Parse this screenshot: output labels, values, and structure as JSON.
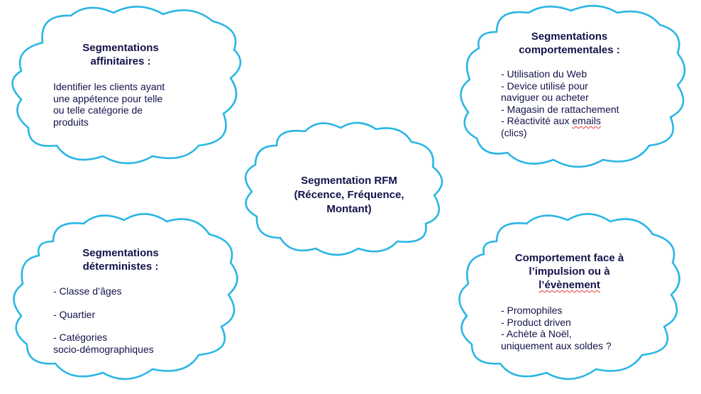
{
  "accent_color": "#29b6e5",
  "text_color": "#12124a",
  "clouds": {
    "affinitaires": {
      "title": [
        "Segmentations",
        "affinitaires :"
      ],
      "body": [
        "Identifier les clients ayant",
        "une appétence pour telle",
        "ou telle catégorie de",
        "produits"
      ]
    },
    "comportementales": {
      "title": [
        "Segmentations",
        "comportementales :"
      ],
      "body": [
        "- Utilisation du Web",
        "- Device utilisé pour",
        "naviguer ou acheter",
        "- Magasin de rattachement",
        "- Réactivité aux ",
        "emails",
        "(clics)"
      ]
    },
    "rfm": {
      "title": [
        "Segmentation RFM",
        "(Récence, Fréquence,",
        "Montant)"
      ]
    },
    "deterministes": {
      "title": [
        "Segmentations",
        "déterministes :"
      ],
      "body": [
        "- Classe d’âges",
        "- Quartier",
        "- Catégories",
        "socio-démographiques"
      ]
    },
    "impulsion": {
      "title": [
        "Comportement face à",
        "l’impulsion ou à",
        "l’évènement"
      ],
      "body": [
        "- Promophiles",
        "- Product driven",
        "- Achète à Noël,",
        "uniquement aux soldes ?"
      ]
    }
  }
}
